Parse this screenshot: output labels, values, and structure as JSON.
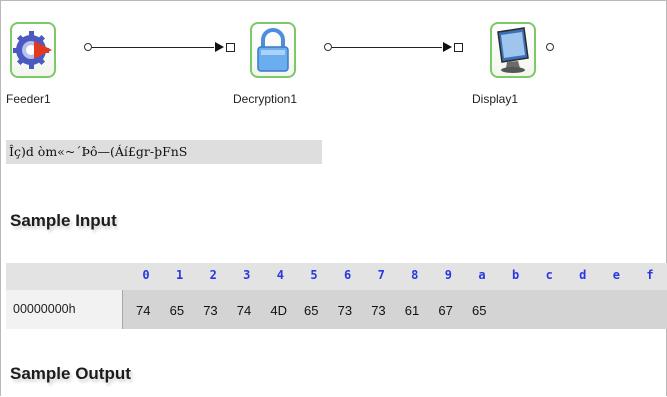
{
  "nodes": [
    {
      "label": "Feeder1",
      "icon": "feeder-gear-icon"
    },
    {
      "label": "Decryption1",
      "icon": "padlock-icon"
    },
    {
      "label": "Display1",
      "icon": "monitor-icon"
    }
  ],
  "ciphertext": "Îç)d òm«~´Þô—(Áí£gr-þFnS",
  "sample_input_heading": "Sample Input",
  "sample_output_heading": "Sample Output",
  "hex_view": {
    "columns": [
      "0",
      "1",
      "2",
      "3",
      "4",
      "5",
      "6",
      "7",
      "8",
      "9",
      "a",
      "b",
      "c",
      "d",
      "e",
      "f"
    ],
    "offset": "00000000h",
    "bytes": [
      "74",
      "65",
      "73",
      "74",
      "4D",
      "65",
      "73",
      "73",
      "61",
      "67",
      "65"
    ]
  },
  "colors": {
    "node_border": "#7cc96a",
    "hex_header_text": "#2838e0"
  }
}
